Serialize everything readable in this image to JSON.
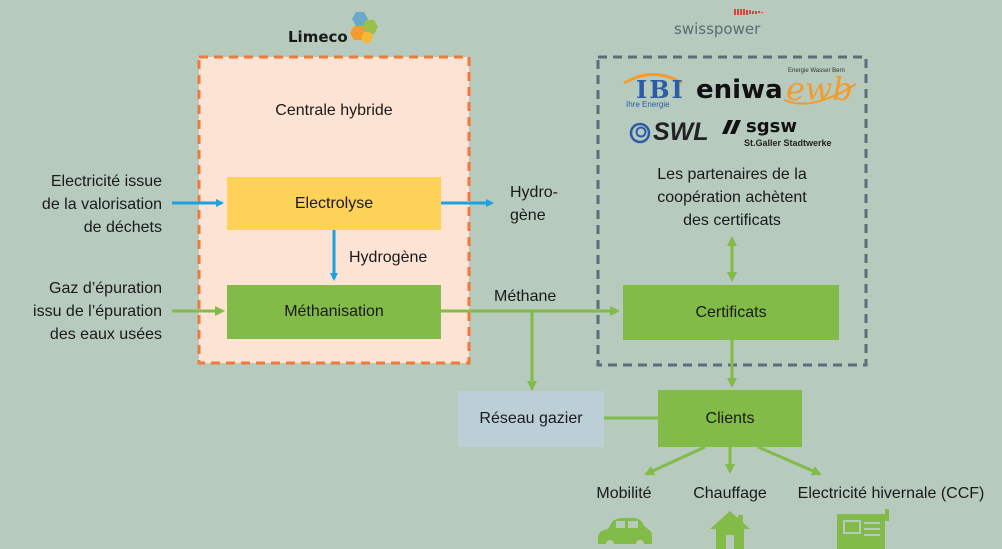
{
  "colors": {
    "background": "#b6cabd",
    "hybrid_fill": "#fde3d3",
    "hybrid_border": "#f07a3c",
    "partner_border": "#5a6f78",
    "green": "#82bb47",
    "yellow": "#fcd258",
    "gas_grid": "#bccfd7",
    "blue_arrow": "#1ba2df",
    "green_arrow": "#82bb47"
  },
  "logos": {
    "limeco": "Limeco",
    "swisspower": "swisspower",
    "ibi": "IBI",
    "ibi_sub": "Ihre Energie",
    "eniwa": "eniwa",
    "ewb": "ewb",
    "ewb_sub": "Energie Wasser Bern",
    "swl": "SWL",
    "sgsw": "sgsw",
    "sgsw_sub": "St.Galler Stadtwerke"
  },
  "hybrid": {
    "title": "Centrale hybride"
  },
  "inputs": {
    "electricity": [
      "Electricité issue",
      "de la valorisation",
      "de déchets"
    ],
    "sewage_gas": [
      "Gaz d’épuration",
      "issu de l’épuration",
      "des eaux usées"
    ]
  },
  "boxes": {
    "electrolysis": "Electrolyse",
    "methanation": "Méthanisation",
    "certificates": "Certificats",
    "clients": "Clients",
    "gas_grid": "Réseau gazier"
  },
  "labels": {
    "hydrogen_out": [
      "Hydro-",
      "gène"
    ],
    "hydrogen_down": "Hydrogène",
    "methane": "Méthane",
    "partners": [
      "Les partenaires de la",
      "coopération achètent",
      "des certificats"
    ]
  },
  "uses": {
    "mobility": "Mobilité",
    "heating": "Chauffage",
    "winter_power": "Electricité hivernale (CCF)"
  },
  "icons": {
    "mobility": "car-icon",
    "heating": "house-icon",
    "winter_power": "generator-icon"
  }
}
